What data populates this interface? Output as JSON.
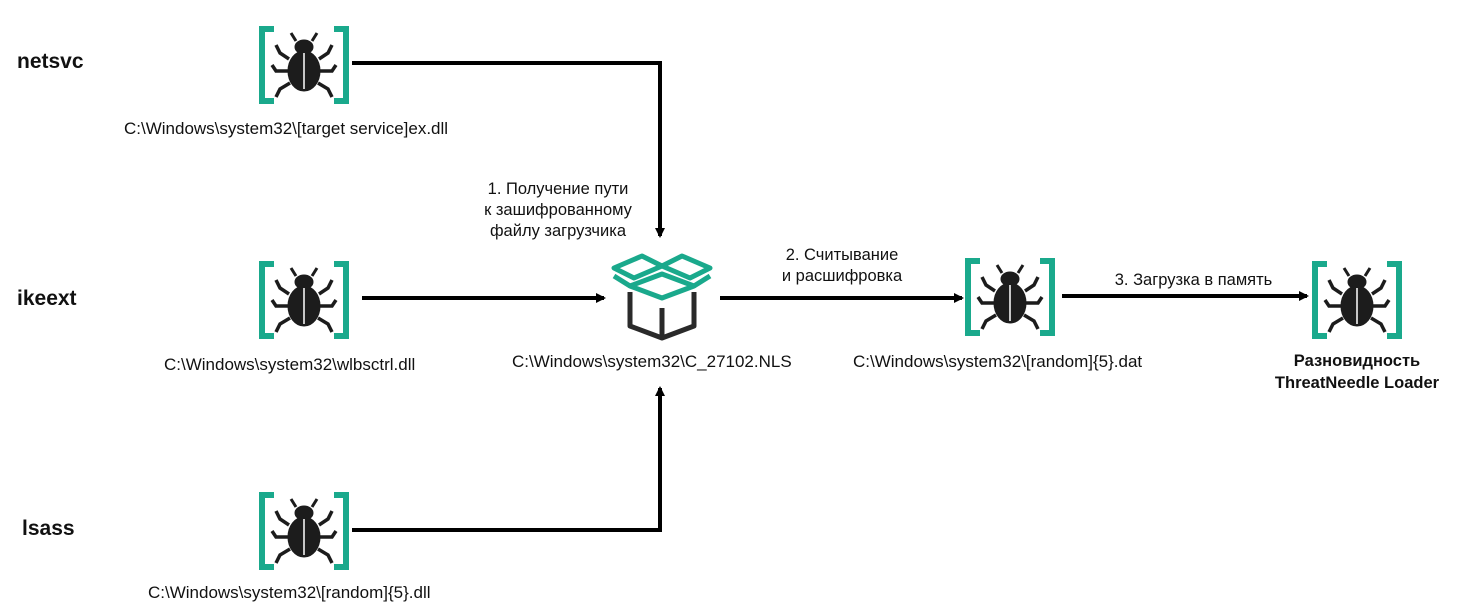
{
  "services": {
    "netsvc": "netsvc",
    "ikeext": "ikeext",
    "lsass": "lsass"
  },
  "paths": {
    "netsvc_dll": "C:\\Windows\\system32\\[target service]ex.dll",
    "ikeext_dll": "C:\\Windows\\system32\\wlbsctrl.dll",
    "lsass_dll": "C:\\Windows\\system32\\[random]{5}.dll",
    "nls_file": "C:\\Windows\\system32\\C_27102.NLS",
    "dat_file": "C:\\Windows\\system32\\[random]{5}.dat"
  },
  "steps": {
    "step1_line1": "1. Получение пути",
    "step1_line2": "к зашифрованному",
    "step1_line3": "файлу загрузчика",
    "step2_line1": "2. Считывание",
    "step2_line2": "и расшифровка",
    "step3": "3. Загрузка в память"
  },
  "final": {
    "line1": "Разновидность",
    "line2": "ThreatNeedle Loader"
  },
  "icons": {
    "malware": "bug-icon",
    "package": "open-box-icon"
  },
  "colors": {
    "bracket": "#1aa98c",
    "bug": "#1c1c1c",
    "arrow": "#000000",
    "box_top": "#1aa98c",
    "box_body": "#2a2a2a"
  }
}
